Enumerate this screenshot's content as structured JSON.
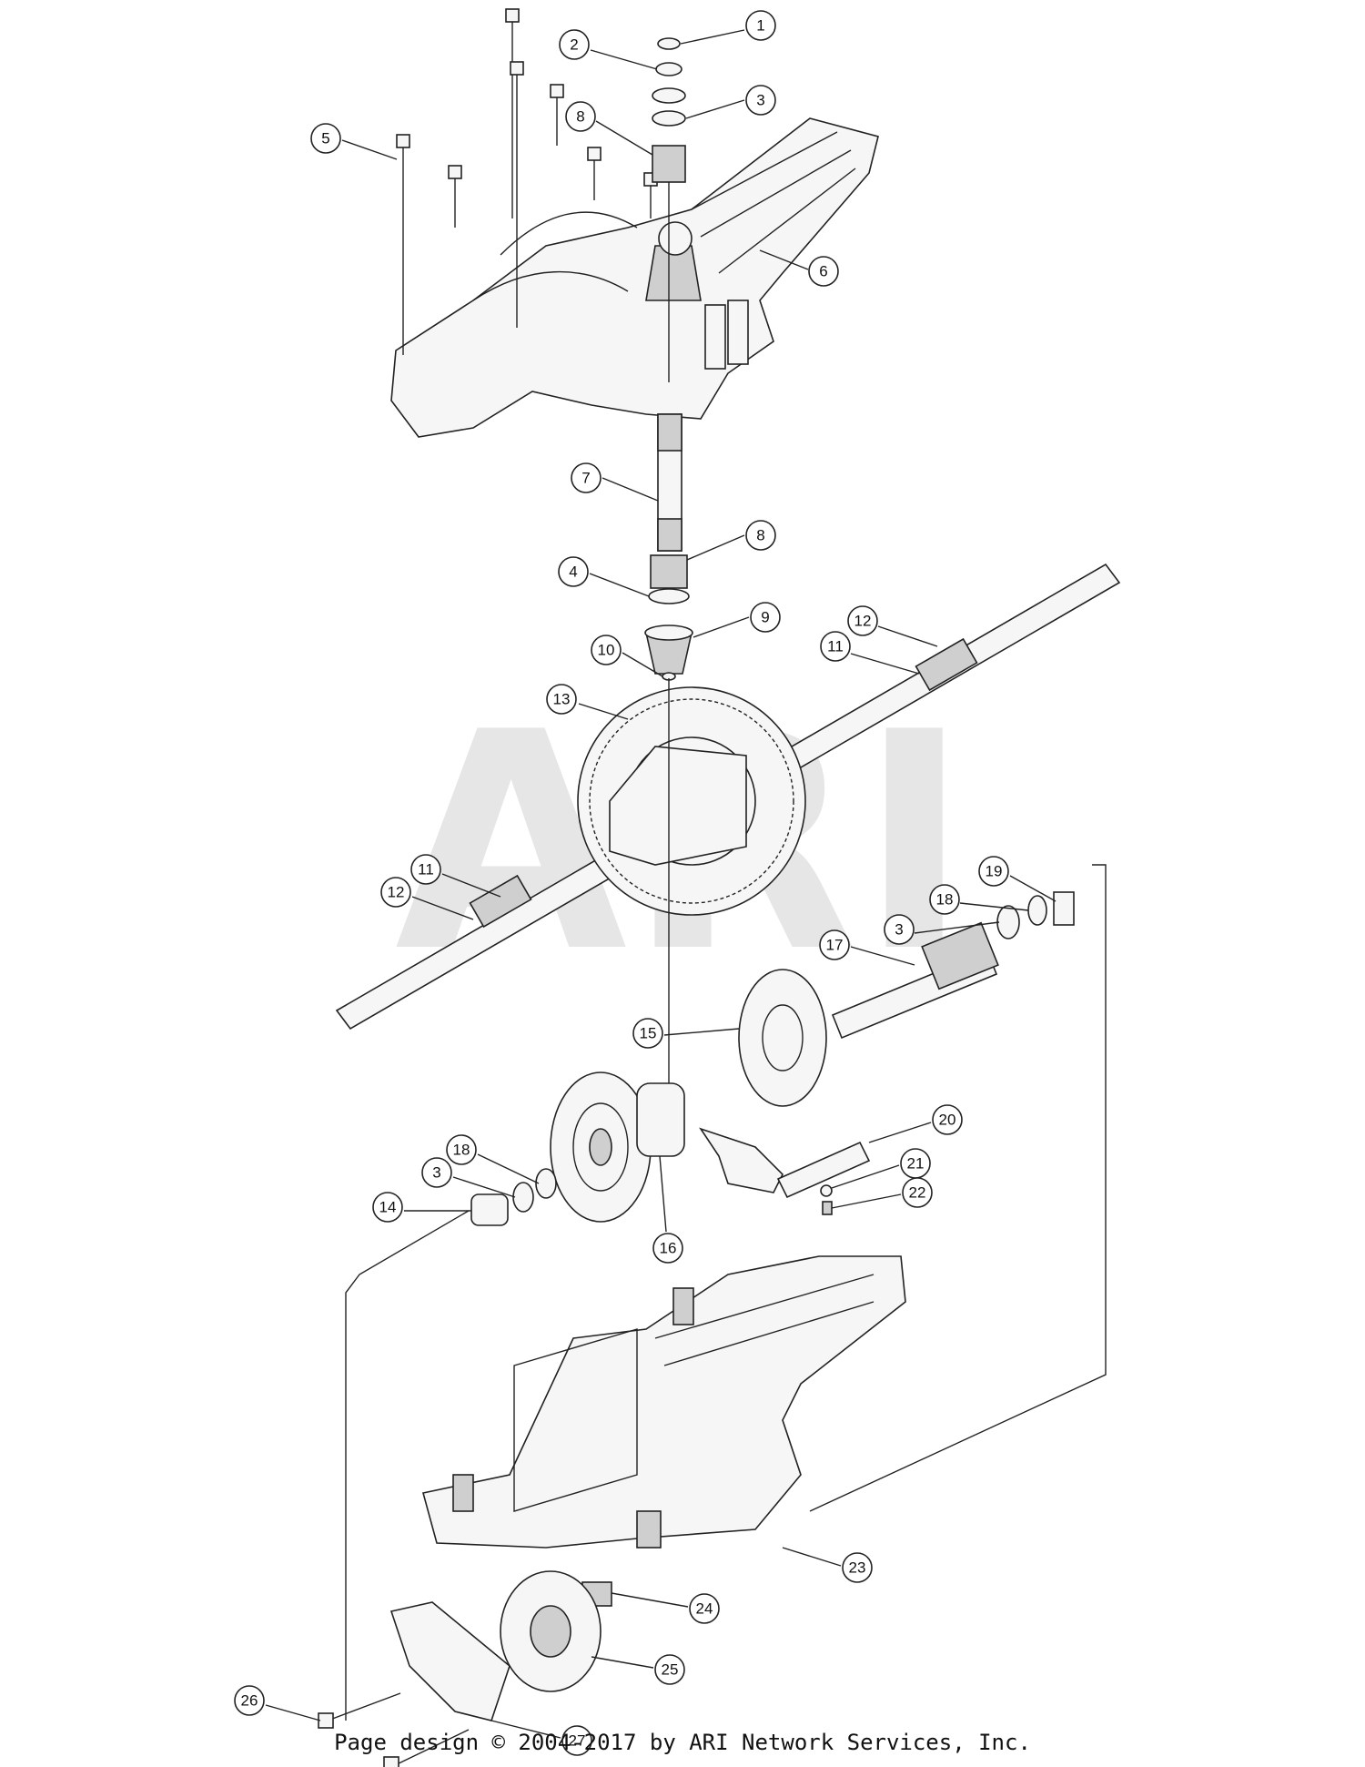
{
  "watermark": "ARI",
  "footer": "Page design © 2004-2017 by ARI Network Services, Inc.",
  "callouts": [
    "1",
    "2",
    "3",
    "8",
    "5",
    "6",
    "7",
    "8",
    "4",
    "9",
    "10",
    "11",
    "12",
    "13",
    "11",
    "12",
    "19",
    "18",
    "3",
    "17",
    "15",
    "20",
    "21",
    "22",
    "18",
    "3",
    "14",
    "16",
    "23",
    "24",
    "25",
    "26",
    "27"
  ]
}
